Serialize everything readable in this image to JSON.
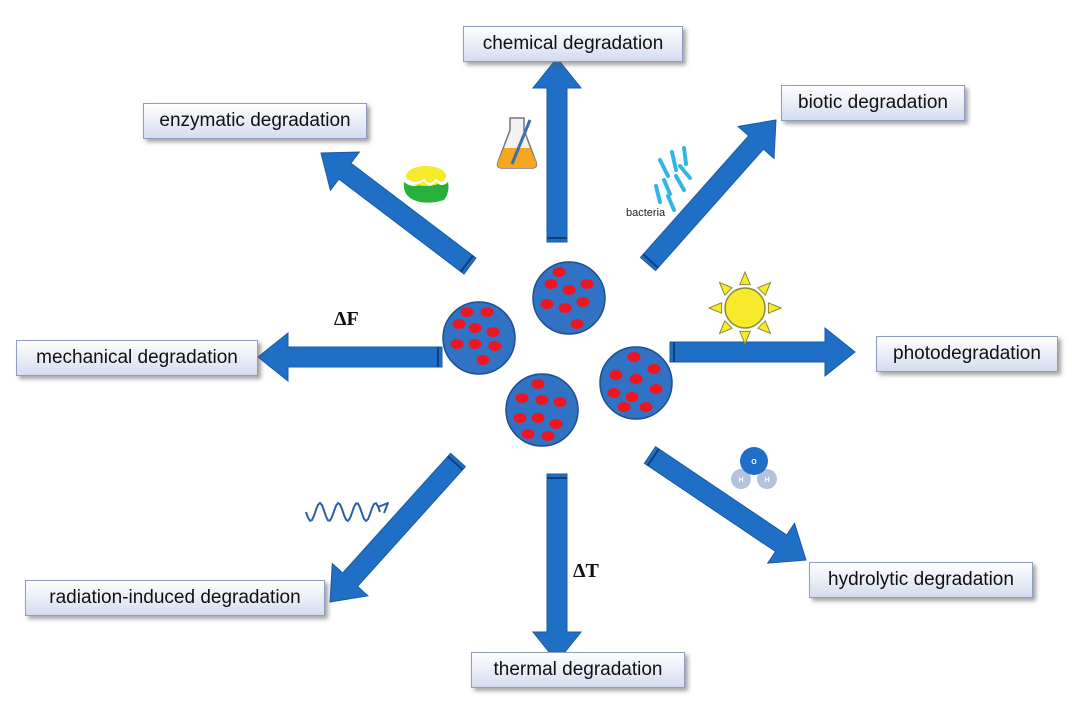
{
  "labels": {
    "chemical": "chemical degradation",
    "enzymatic": "enzymatic degradation",
    "biotic": "biotic degradation",
    "mechanical": "mechanical degradation",
    "photo": "photodegradation",
    "radiation": "radiation-induced degradation",
    "hydrolytic": "hydrolytic degradation",
    "thermal": "thermal degradation"
  },
  "symbols": {
    "force": "ΔF",
    "temperature": "ΔT",
    "bacteria": "bacteria",
    "water_o": "O",
    "water_h": "H"
  },
  "colors": {
    "arrow": "#1f6fc6",
    "particle": "#3272c5",
    "dot": "#f0141e",
    "box_border": "#8e9cc0"
  },
  "icons": [
    "flask-icon",
    "enzyme-icon",
    "bacteria-icon",
    "sun-icon",
    "water-molecule-icon",
    "wave-icon"
  ]
}
